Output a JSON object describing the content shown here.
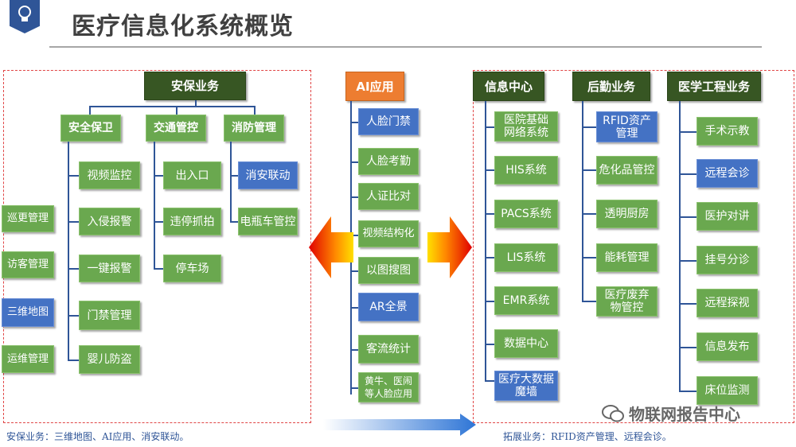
{
  "title": "医疗信息化系统概览",
  "security": {
    "title": "安保业务",
    "cat1": "安全保卫",
    "cat2": "交通管控",
    "cat3": "消防管理",
    "guard_items": [
      "视频监控",
      "入侵报警",
      "一键报警",
      "门禁管理",
      "婴儿防盗"
    ],
    "traffic_items": [
      "出入口",
      "违停抓拍",
      "停车场"
    ],
    "fire_items": [
      "消安联动",
      "电瓶车管控"
    ],
    "left_items": [
      "巡更管理",
      "访客管理",
      "三维地图",
      "运维管理"
    ]
  },
  "ai": {
    "title": "AI应用",
    "items": [
      "人脸门禁",
      "人脸考勤",
      "人证比对",
      "视频结构化",
      "以图搜图",
      "AR全景",
      "客流统计",
      "黄牛、医闹等人脸应用"
    ]
  },
  "info": {
    "title": "信息中心",
    "items": [
      "医院基础网络系统",
      "HIS系统",
      "PACS系统",
      "LIS系统",
      "EMR系统",
      "数据中心",
      "医疗大数据魔墙"
    ]
  },
  "logistics": {
    "title": "后勤业务",
    "items": [
      "RFID资产管理",
      "危化品管控",
      "透明厨房",
      "能耗管理",
      "医疗废弃物管控"
    ]
  },
  "medeng": {
    "title": "医学工程业务",
    "items": [
      "手术示教",
      "远程会诊",
      "医护对讲",
      "挂号分诊",
      "远程探视",
      "信息发布",
      "床位监测"
    ]
  },
  "footer_left": "安保业务：三维地图、AI应用、消安联动。",
  "footer_right": "拓展业务：RFID资产管理、远程会诊。",
  "watermark": "物联网报告中心",
  "colors": {
    "green": "#6aa84f",
    "blue": "#4472c4",
    "dark_green": "#375623",
    "orange": "#ed7d31",
    "dash_red": "#e04545"
  }
}
